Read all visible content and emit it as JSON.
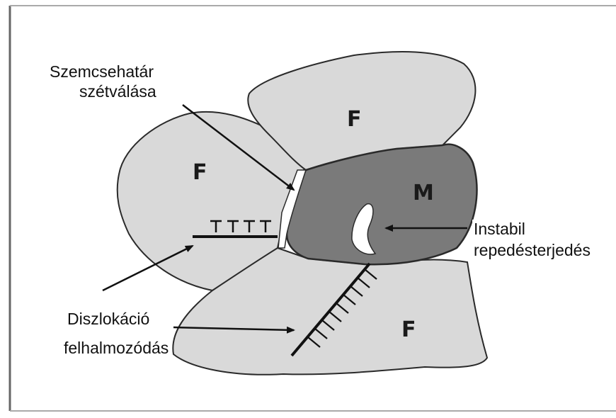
{
  "grains": {
    "top_ferrite": "F",
    "left_ferrite": "F",
    "martensite": "M",
    "bottom_ferrite": "F"
  },
  "labels": {
    "grain_boundary_line1": "Szemcsehatár",
    "grain_boundary_line2": "szétválása",
    "unstable_crack_line1": "Instabil",
    "unstable_crack_line2": "repedésterjedés",
    "dislocation_line1": "Diszlokáció",
    "dislocation_line2": "felhalmozódás"
  },
  "colors": {
    "ferrite_fill": "#d9d9d9",
    "martensite_fill": "#7a7a7a",
    "outline": "#2a2a2a",
    "crack": "#ffffff"
  }
}
